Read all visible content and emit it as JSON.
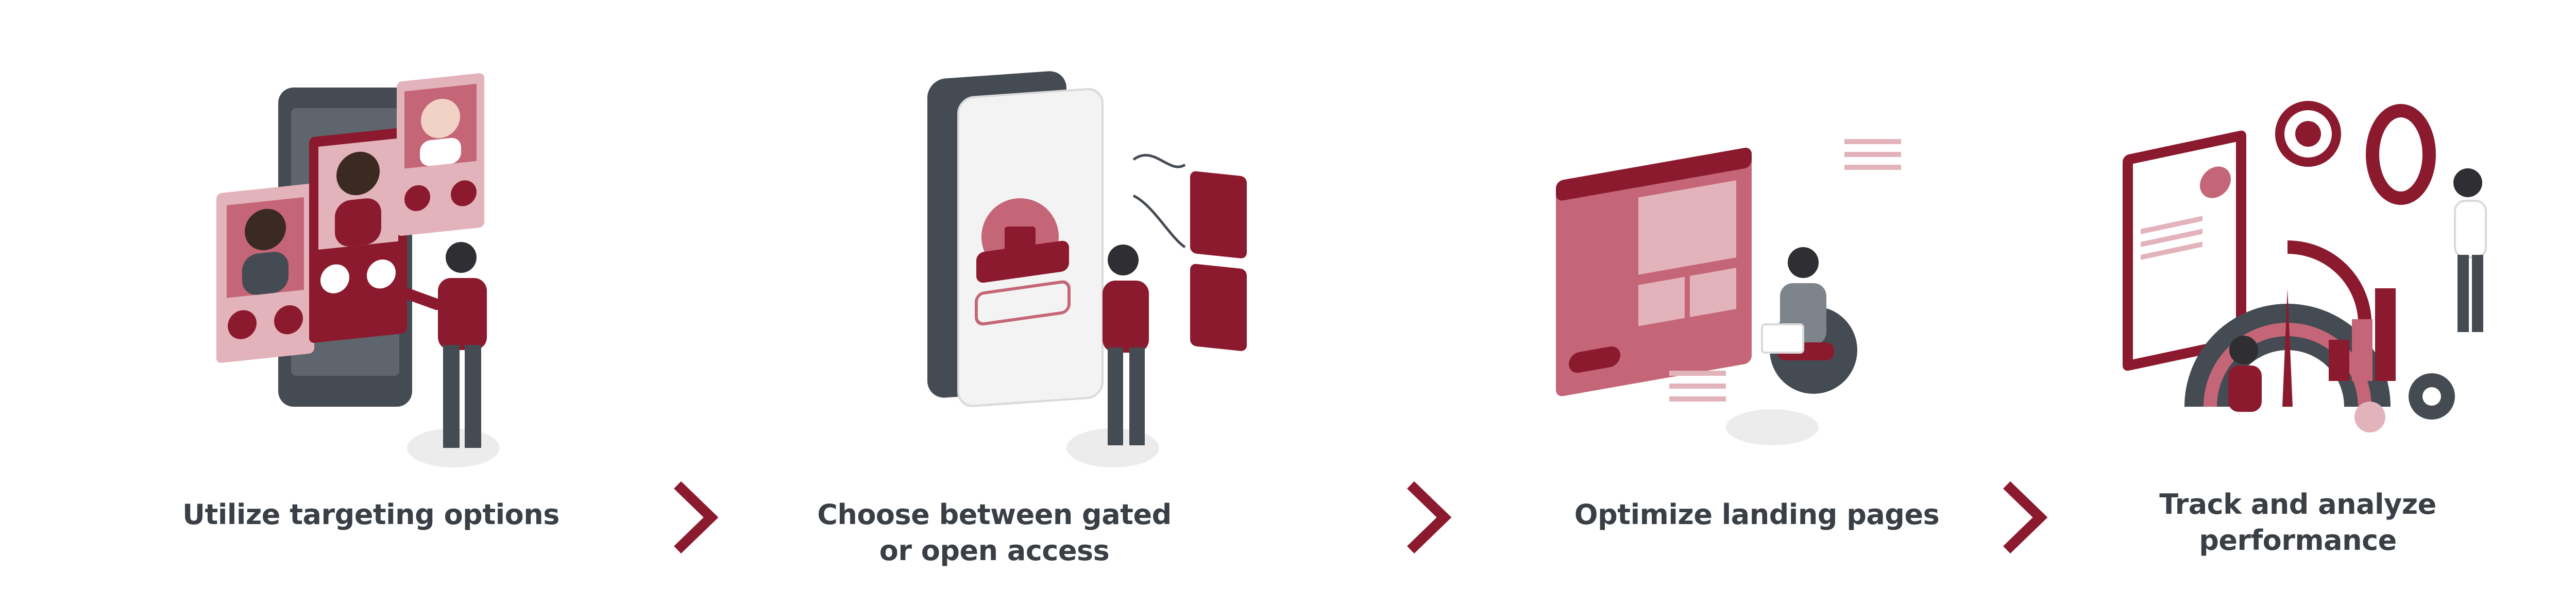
{
  "steps": [
    {
      "title": "Utilize targeting options",
      "icon": "dating-app-profiles-illustration"
    },
    {
      "title": "Choose between gated or open access",
      "icon": "locked-login-phone-illustration"
    },
    {
      "title": "Optimize landing pages",
      "icon": "website-landing-page-illustration"
    },
    {
      "title": "Track and analyze performance",
      "icon": "analytics-dashboard-gauge-illustration"
    }
  ],
  "separators": [
    "chevron-right-icon",
    "chevron-right-icon",
    "chevron-right-icon"
  ],
  "colors": {
    "accent": "#8b1a2e",
    "accent_light": "#c46677",
    "pink_light": "#e3b3bc",
    "dark": "#454b52",
    "text": "#3a3f45",
    "shadow": "#ececec"
  }
}
